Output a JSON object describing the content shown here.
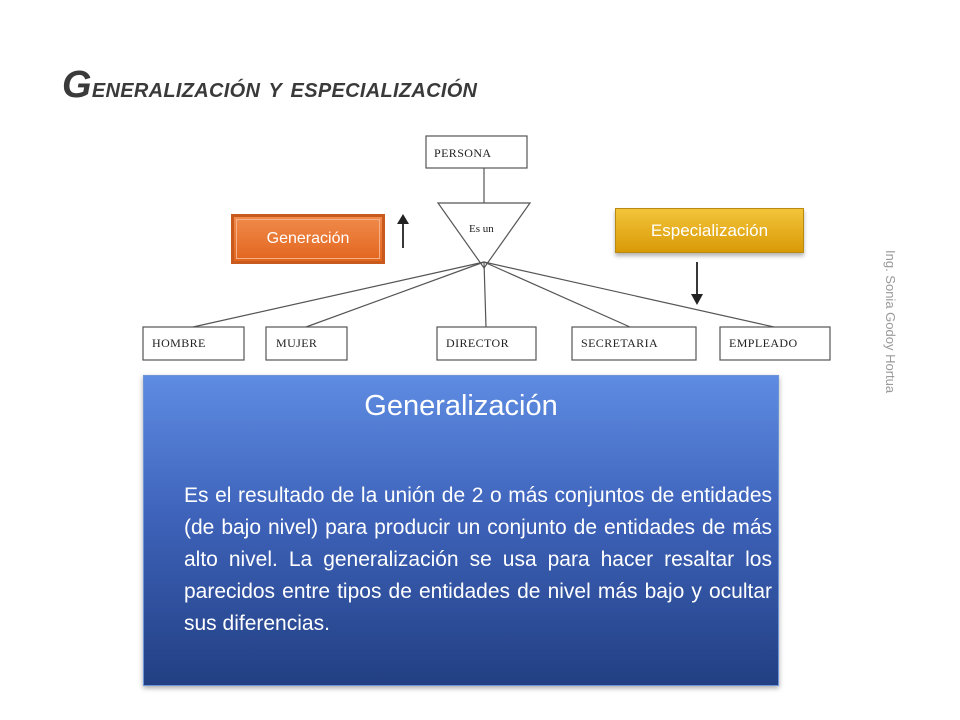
{
  "title": {
    "cap": "G",
    "rest": "eneralización y especialización"
  },
  "side_note": "Ing. Sonia Godoy Hortua",
  "diagram": {
    "superclass": "PERSONA",
    "relationship": "Es un",
    "subclasses": [
      "HOMBRE",
      "MUJER",
      "DIRECTOR",
      "SECRETARIA",
      "EMPLEADO"
    ]
  },
  "labels": {
    "generation": "Generación",
    "specialization": "Especialización"
  },
  "panel": {
    "heading": "Generalización",
    "body": "Es el resultado de la unión de 2 o más conjuntos de entidades (de bajo nivel) para producir un conjunto de entidades de más alto nivel. La generalización se usa para hacer resaltar los parecidos entre tipos de entidades de nivel más bajo y ocultar sus diferencias."
  },
  "colors": {
    "generation_fill": "#e8732c",
    "specialization_fill": "#e8ad1c",
    "panel_top": "#5e8ce2",
    "panel_bottom": "#223f83"
  }
}
